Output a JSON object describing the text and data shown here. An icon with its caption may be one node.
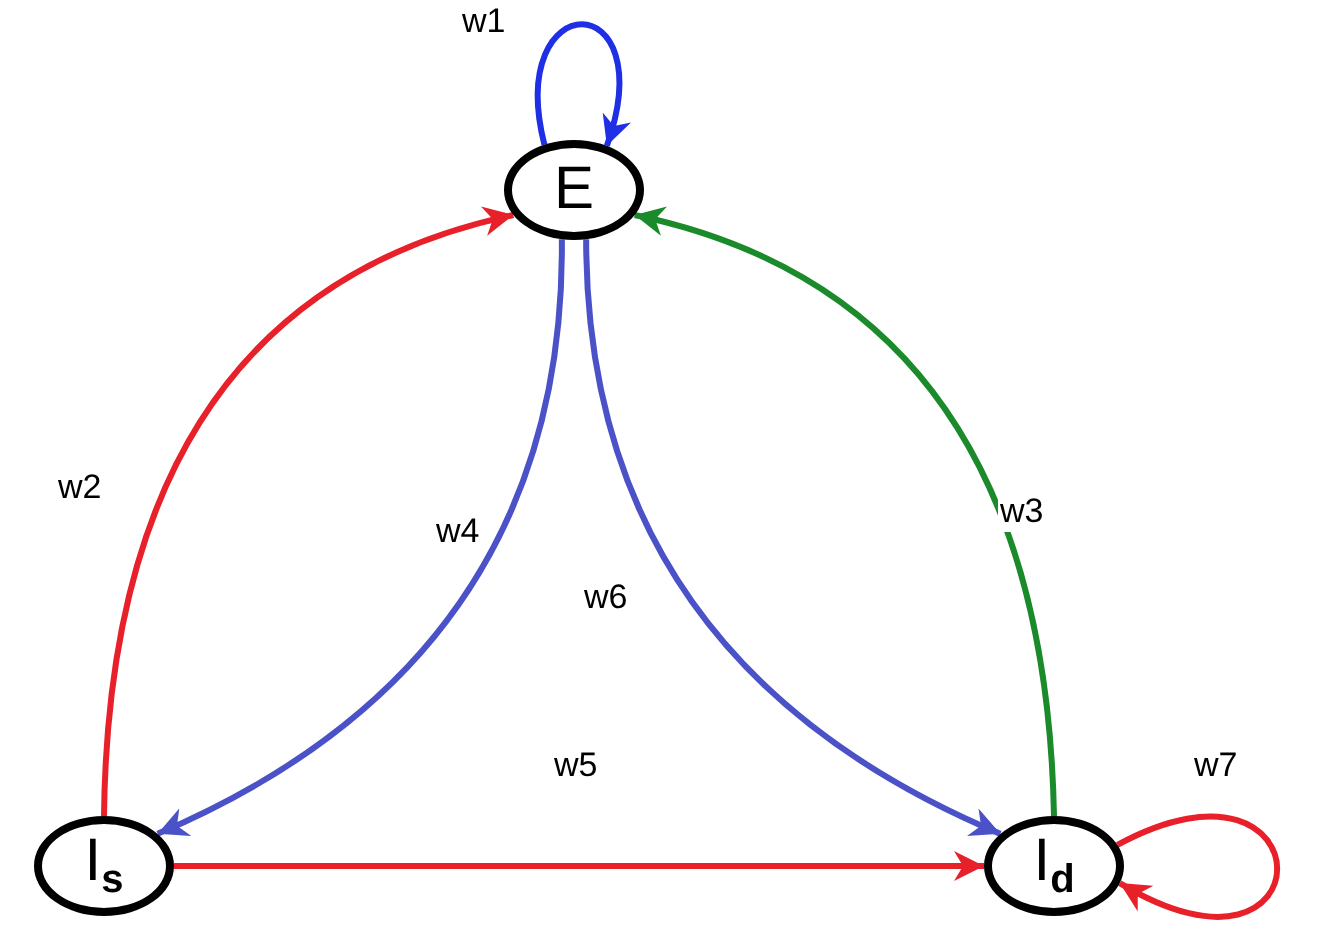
{
  "diagram": {
    "nodes": [
      {
        "text": [
          "E"
        ]
      },
      {
        "text": [
          "I$_{s}$"
        ]
      },
      {
        "text": [
          "I$_{d}$"
        ]
      }
    ],
    "edges": [
      {
        "from": 0,
        "to": 0,
        "arrow": "to",
        "label": "w1",
        "color": "#1f2fe6"
      },
      {
        "from": 1,
        "to": 0,
        "arrow": "to",
        "label": "w2"
      },
      {
        "from": 2,
        "to": 0,
        "arrow": "to",
        "label": "w3",
        "color": "#1a8a2a"
      },
      {
        "from": 0,
        "to": 1,
        "arrow": "to",
        "label": "w4",
        "color": "#4b52c8"
      },
      {
        "from": 1,
        "to": 2,
        "arrow": "to",
        "label": "w5"
      },
      {
        "from": 0,
        "to": 2,
        "arrow": "to",
        "label": "w6",
        "color": "#4b52c8"
      },
      {
        "from": 2,
        "to": 2,
        "arrow": "to",
        "label": "w7"
      }
    ]
  }
}
